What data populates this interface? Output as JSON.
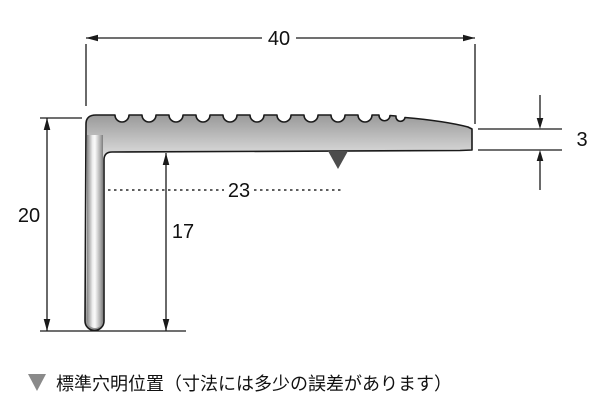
{
  "dimensions": {
    "width_top": "40",
    "thickness_right": "3",
    "height_left": "20",
    "hole_offset": "23",
    "inner_height": "17"
  },
  "legend": {
    "text": "標準穴明位置（寸法には多少の誤差があります）"
  },
  "colors": {
    "line": "#1a1a1a",
    "hole_marker": "#4d4d4d",
    "legend_marker": "#8a8a8a",
    "background": "#ffffff"
  }
}
